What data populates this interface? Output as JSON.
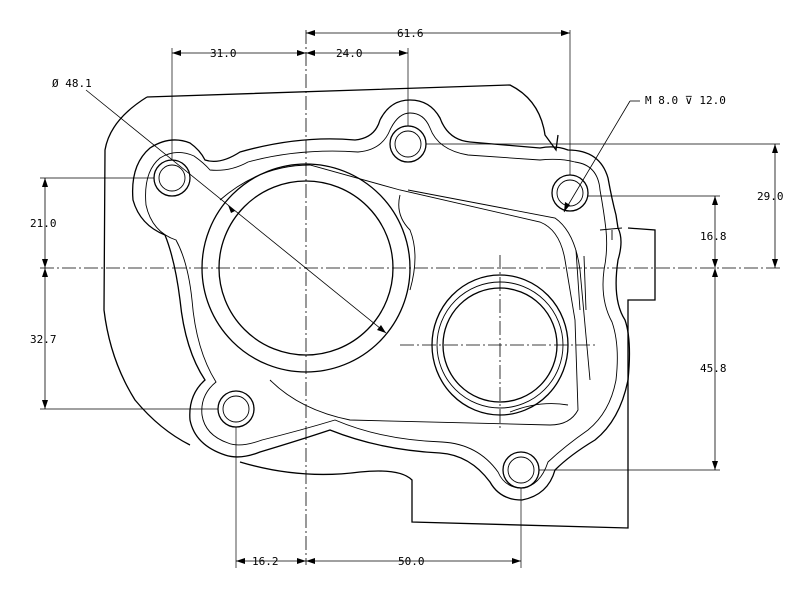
{
  "dimensions": {
    "top_overall": "61.6",
    "top_left": "31.0",
    "top_mid": "24.0",
    "diameter": "Ø 48.1",
    "thread": "M 8.0 ⊽ 12.0",
    "right_top": "29.0",
    "right_mid": "16.8",
    "right_bottom": "45.8",
    "left_top": "21.0",
    "left_bottom": "32.7",
    "bottom_left": "16.2",
    "bottom_right": "50.0"
  }
}
